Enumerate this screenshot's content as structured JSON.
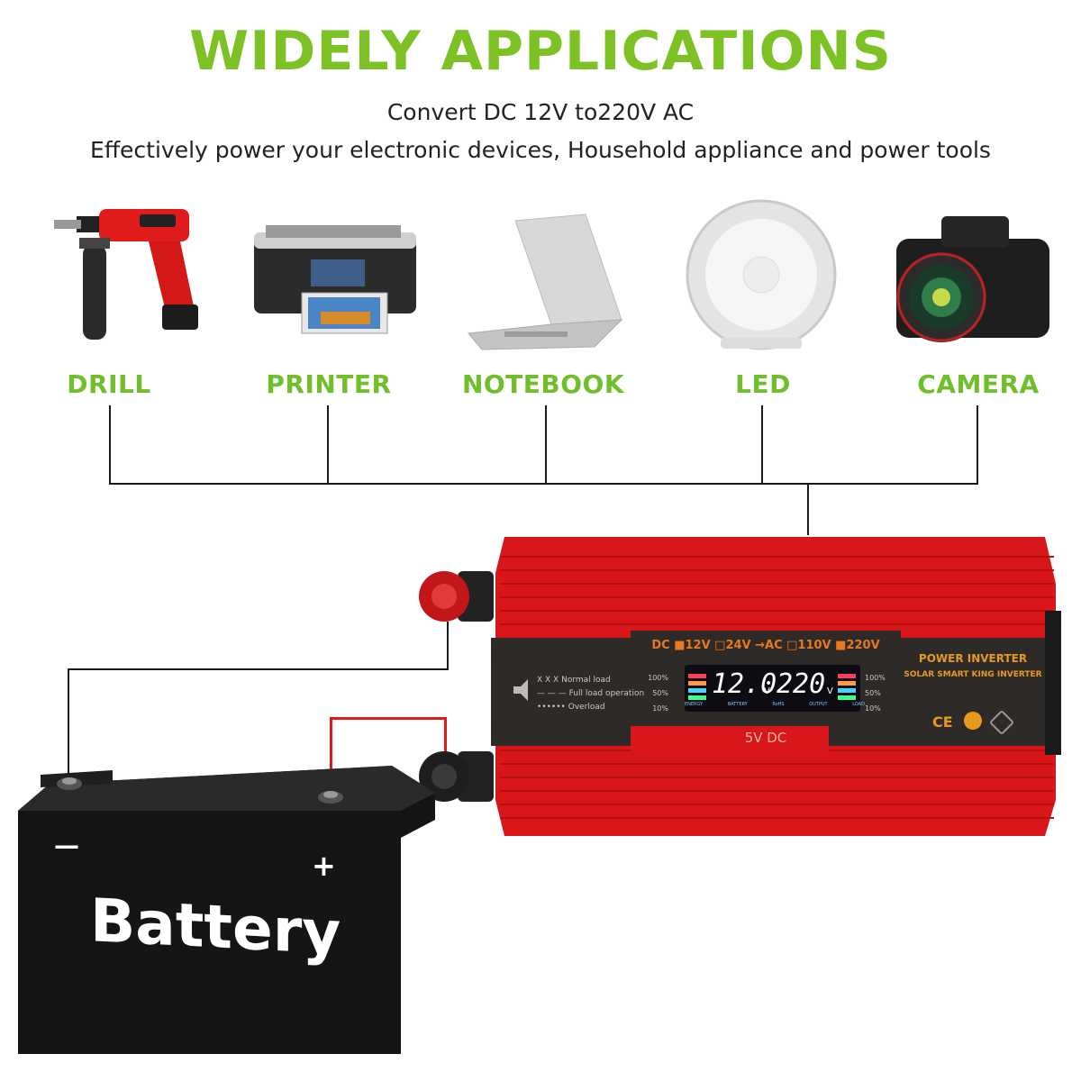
{
  "header": {
    "title": "WIDELY APPLICATIONS",
    "line1": "Convert DC 12V to220V AC",
    "line2": "Effectively power your electronic devices, Household appliance and power tools"
  },
  "applications": [
    {
      "label": "DRILL",
      "icon": "drill-icon"
    },
    {
      "label": "PRINTER",
      "icon": "printer-icon"
    },
    {
      "label": "NOTEBOOK",
      "icon": "laptop-icon"
    },
    {
      "label": "LED",
      "icon": "led-lamp-icon"
    },
    {
      "label": "CAMERA",
      "icon": "camera-icon"
    }
  ],
  "inverter": {
    "mode_bar": "DC ■12V □24V →AC □110V ■220V",
    "brand_line1": "POWER INVERTER",
    "brand_line2": "SOLAR SMART KING INVERTER",
    "legend": [
      {
        "symbol": "X X X",
        "text": "Normal load"
      },
      {
        "symbol": "— — —",
        "text": "Full load operation"
      },
      {
        "symbol": "••••••",
        "text": "Overload"
      }
    ],
    "scale_left": [
      "100%",
      "50%",
      "10%"
    ],
    "scale_right": [
      "100%",
      "50%",
      "10%"
    ],
    "lcd_input": "12.0",
    "lcd_input_unit": "V",
    "lcd_output": "220",
    "lcd_output_unit": "V",
    "lcd_tags": [
      "ENERGY",
      "BATTERY",
      "RoHS",
      "OUTPUT",
      "LOAD"
    ],
    "usb_label": "5V DC",
    "certs": [
      "CE",
      "recycle-icon"
    ]
  },
  "battery": {
    "label": "Battery",
    "minus": "—",
    "plus": "+"
  },
  "colors": {
    "accent_green": "#7cc224",
    "inverter_red": "#d9161a",
    "battery_black": "#151515"
  }
}
